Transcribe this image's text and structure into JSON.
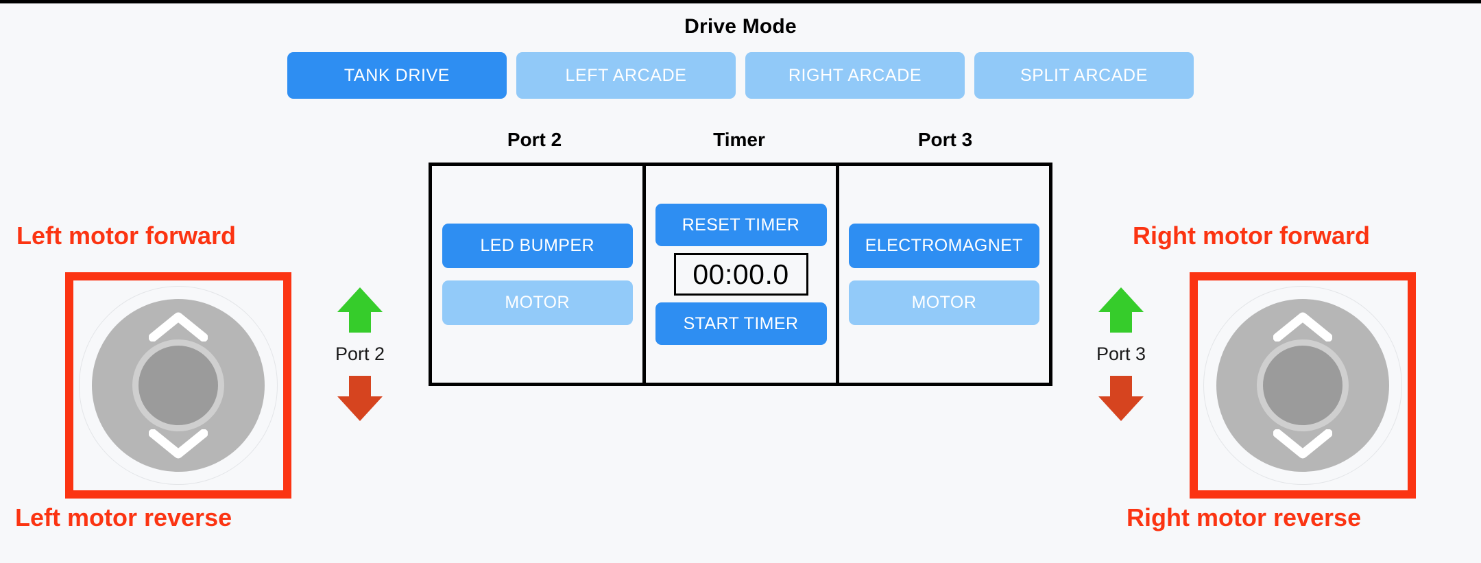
{
  "app": {
    "background_color": "#f7f8fa",
    "accent_active": "#2e8ef2",
    "accent_inactive": "#91c9f8",
    "annotation_color": "#fb3412",
    "arrow_up_color": "#36cc2b",
    "arrow_down_color": "#d6441f"
  },
  "drive_mode": {
    "title": "Drive Mode",
    "buttons": [
      {
        "label": "TANK DRIVE",
        "state": "active"
      },
      {
        "label": "LEFT ARCADE",
        "state": "inactive"
      },
      {
        "label": "RIGHT ARCADE",
        "state": "inactive"
      },
      {
        "label": "SPLIT ARCADE",
        "state": "inactive"
      }
    ]
  },
  "center_panel": {
    "labels": [
      "Port 2",
      "Timer",
      "Port 3"
    ],
    "port2": {
      "heading": "Port 2",
      "buttons": [
        {
          "label": "LED BUMPER",
          "state": "active"
        },
        {
          "label": "MOTOR",
          "state": "inactive"
        }
      ]
    },
    "timer": {
      "heading": "Timer",
      "reset_label": "RESET TIMER",
      "display_value": "00:00.0",
      "start_label": "START TIMER"
    },
    "port3": {
      "heading": "Port 3",
      "buttons": [
        {
          "label": "ELECTROMAGNET",
          "state": "active"
        },
        {
          "label": "MOTOR",
          "state": "inactive"
        }
      ]
    }
  },
  "left_control": {
    "annotation_top": "Left motor forward",
    "annotation_bottom": "Left motor reverse",
    "port_label": "Port 2"
  },
  "right_control": {
    "annotation_top": "Right motor forward",
    "annotation_bottom": "Right motor reverse",
    "port_label": "Port 3"
  }
}
